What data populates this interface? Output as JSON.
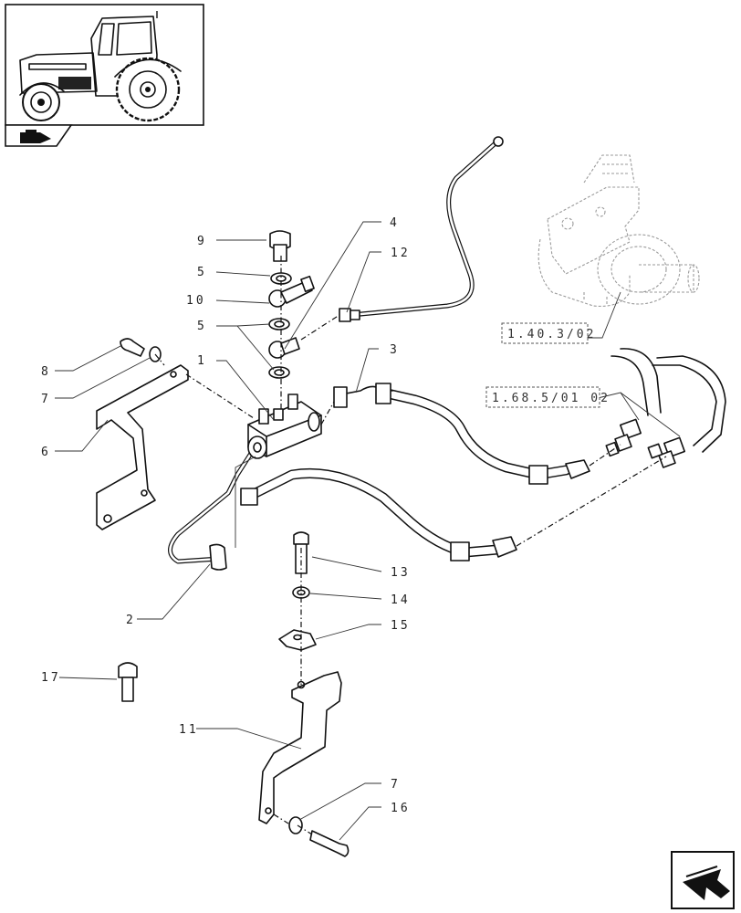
{
  "callouts": [
    {
      "number": "1"
    },
    {
      "number": "2"
    },
    {
      "number": "3"
    },
    {
      "number": "4"
    },
    {
      "number": "5"
    },
    {
      "number": "5"
    },
    {
      "number": "6"
    },
    {
      "number": "7"
    },
    {
      "number": "7"
    },
    {
      "number": "8"
    },
    {
      "number": "9"
    },
    {
      "number": "10"
    },
    {
      "number": "11"
    },
    {
      "number": "12"
    },
    {
      "number": "13"
    },
    {
      "number": "14"
    },
    {
      "number": "15"
    },
    {
      "number": "16"
    },
    {
      "number": "17"
    }
  ],
  "references": [
    {
      "text": "1.40.3/02"
    },
    {
      "text": "1.68.5/01 02"
    }
  ],
  "icons": {
    "thumbnail": "tractor-thumbnail-icon",
    "section": "section-marker-icon",
    "next_page": "next-page-arrow-icon"
  },
  "colors": {
    "line": "#111111",
    "ghost": "#9a9a9a",
    "background": "#ffffff"
  }
}
